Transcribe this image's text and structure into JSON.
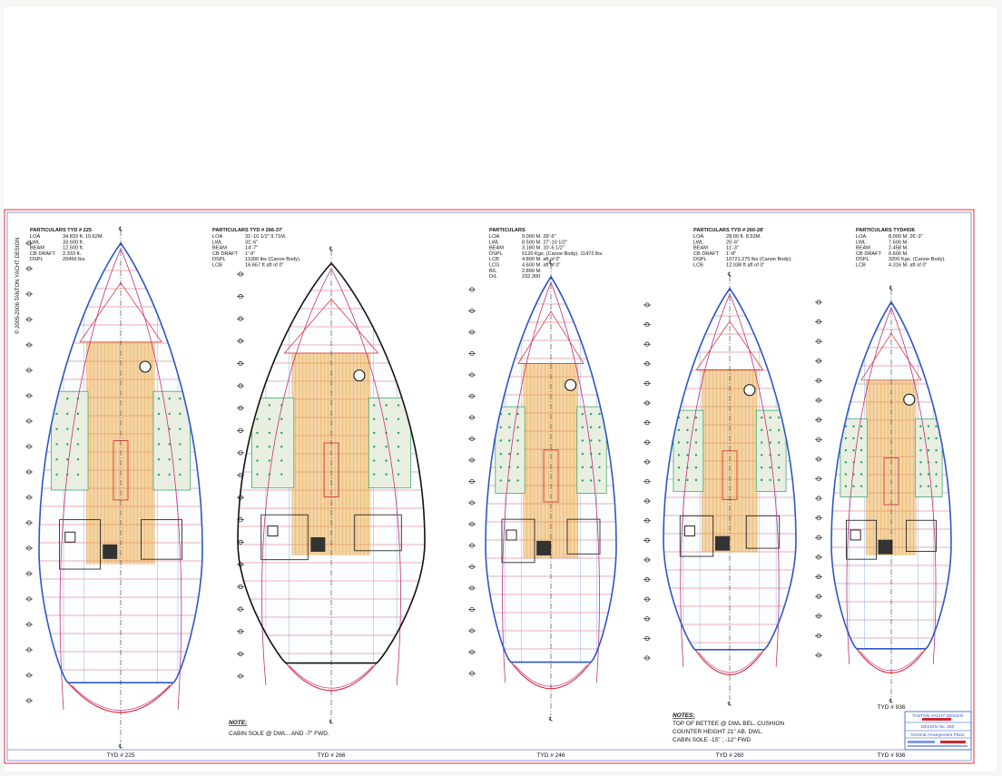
{
  "copyright": "© 2005-2006 TANTON YACHT DESIGN",
  "centerline_mark": "℄",
  "colors": {
    "hull": "#2f56c8",
    "frame": "#d8242e",
    "sheer": "#c0317f",
    "outline": "#111111",
    "furniture": "#e8a23a",
    "berth": "#e8efe0",
    "cushion_dot": "#23a06d",
    "border_red": "#e2505a",
    "border_blue": "#6d7fd0",
    "grid": "#7aa0e8",
    "cabin_green": "#2ca05a"
  },
  "plans": [
    {
      "label": "TYD # 225",
      "particulars": {
        "heading": "PARTICULARS  TYD # 225",
        "rows": [
          {
            "k": "LOA",
            "v": "34.833 ft.  10.62M."
          },
          {
            "k": "LWL",
            "v": "33.500 ft."
          },
          {
            "k": "BEAM",
            "v": "12.500 ft."
          },
          {
            "k": "CB DRAFT",
            "v": "2.333 ft."
          },
          {
            "k": "DSPL",
            "v": "20456 lbs."
          }
        ]
      }
    },
    {
      "label": "TYD # 266",
      "particulars": {
        "heading": "PARTICULARS  TYD # 266-37'",
        "rows": [
          {
            "k": "LOA",
            "v": "31'-10 1/2\"  9.71M."
          },
          {
            "k": "LWL",
            "v": "31'-6\""
          },
          {
            "k": "BEAM",
            "v": "14'-7\""
          },
          {
            "k": "CB DRAFT",
            "v": "1'-9\""
          },
          {
            "k": "DSPL",
            "v": "11000 lbs (Canoe Body)."
          },
          {
            "k": "LCB",
            "v": "16.667 ft aft of 0\""
          }
        ]
      }
    },
    {
      "label": "TYD # 246",
      "particulars": {
        "heading": "PARTICULARS",
        "rows": [
          {
            "k": "LOA",
            "v": "9.000 M.   29'-6\""
          },
          {
            "k": "LWL",
            "v": "8.500 M.   27'-10 1/2\""
          },
          {
            "k": "BEAM",
            "v": "3.180 M.   10'-5 1/2\""
          },
          {
            "k": "DSPL",
            "v": "5120 Kgs. (Canoe Body).  11472 lbs."
          },
          {
            "k": "LCB",
            "v": "4.800 M. aft of 0\""
          },
          {
            "k": "LCG",
            "v": "4.600 M. aft of 0\""
          },
          {
            "k": "B/L",
            "v": "2.890 M."
          },
          {
            "k": "D/L",
            "v": "232.300"
          }
        ]
      }
    },
    {
      "label": "TYD # 260",
      "particulars": {
        "heading": "PARTICULARS  TYD # 260-28'",
        "rows": [
          {
            "k": "LOA",
            "v": "28.00 ft.  8.53M."
          },
          {
            "k": "LWL",
            "v": "25'-6\""
          },
          {
            "k": "BEAM",
            "v": "11'-3\""
          },
          {
            "k": "CB DRAFT",
            "v": "1'-8\""
          },
          {
            "k": "DSPL",
            "v": "10721.275 lbs (Canoe Body)."
          },
          {
            "k": "LCB",
            "v": "12.038 ft aft of 0\""
          }
        ]
      }
    },
    {
      "label": "TYD # 936",
      "particulars": {
        "heading": "PARTICULARS  TYD#936",
        "rows": [
          {
            "k": "LOA",
            "v": "8.000 M.   26'-3\""
          },
          {
            "k": "LWL",
            "v": "7.600 M."
          },
          {
            "k": "BEAM",
            "v": "2.458 M."
          },
          {
            "k": "CB DRAFT",
            "v": "0.600 M."
          },
          {
            "k": "DSPL",
            "v": "3200 Kgs. (Canoe Body)."
          },
          {
            "k": "LCB",
            "v": "4.316 M. aft of 0\""
          }
        ]
      }
    }
  ],
  "extra_label_936": "TYD # 936",
  "note_left": {
    "title": "NOTE:",
    "lines": [
      "CABIN SOLE @ DWL.. AND -7\" FWD."
    ]
  },
  "note_right": {
    "title": "NOTES:",
    "lines": [
      "TOP OF BETTEE @ DWL BEL. CUSHION",
      "COUNTER HEIGHT 21\" AB. DWL.",
      "CABIN SOLE -15\" ; -12\" FWD"
    ]
  },
  "title_block": {
    "company": "TANTON YACHT DESIGN",
    "design": "DESIGN   No. 260",
    "subtitle": "General Arrangement Plans"
  }
}
